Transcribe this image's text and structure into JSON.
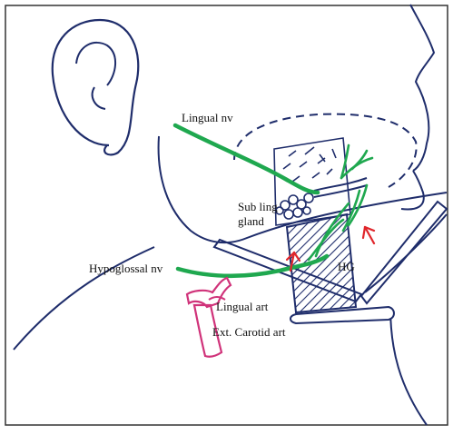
{
  "labels": {
    "lingual_nerve": "Lingual nv",
    "sublingual_line1": "Sub ling",
    "sublingual_line2": "gland",
    "hypoglossal_nerve": "Hypoglossal nv",
    "hg_muscle": "HG",
    "lingual_artery": "Lingual art",
    "external_carotid": "Ext. Carotid art"
  },
  "colors": {
    "outline": "#1f2d6b",
    "nerve": "#1fa84f",
    "artery": "#d0337a",
    "arrow": "#e0262b",
    "text": "#111111",
    "frame": "#333333"
  }
}
